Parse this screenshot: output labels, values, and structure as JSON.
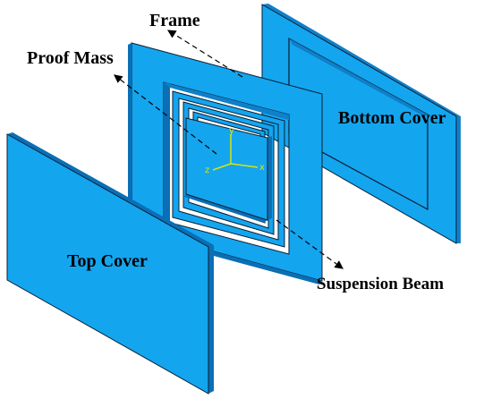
{
  "labels": {
    "frame": "Frame",
    "proof_mass": "Proof Mass",
    "bottom_cover": "Bottom Cover",
    "top_cover": "Top Cover",
    "suspension_beam": "Suspension Beam"
  },
  "axes": {
    "x": "x",
    "y": "y",
    "z": "z"
  },
  "colors": {
    "part_face": "#14A5EF",
    "part_edge": "#0A6FB5",
    "part_side": "#0F80C9",
    "outline": "#0B1E33",
    "axis": "#D7E60B",
    "background": "#FFFFFF"
  }
}
